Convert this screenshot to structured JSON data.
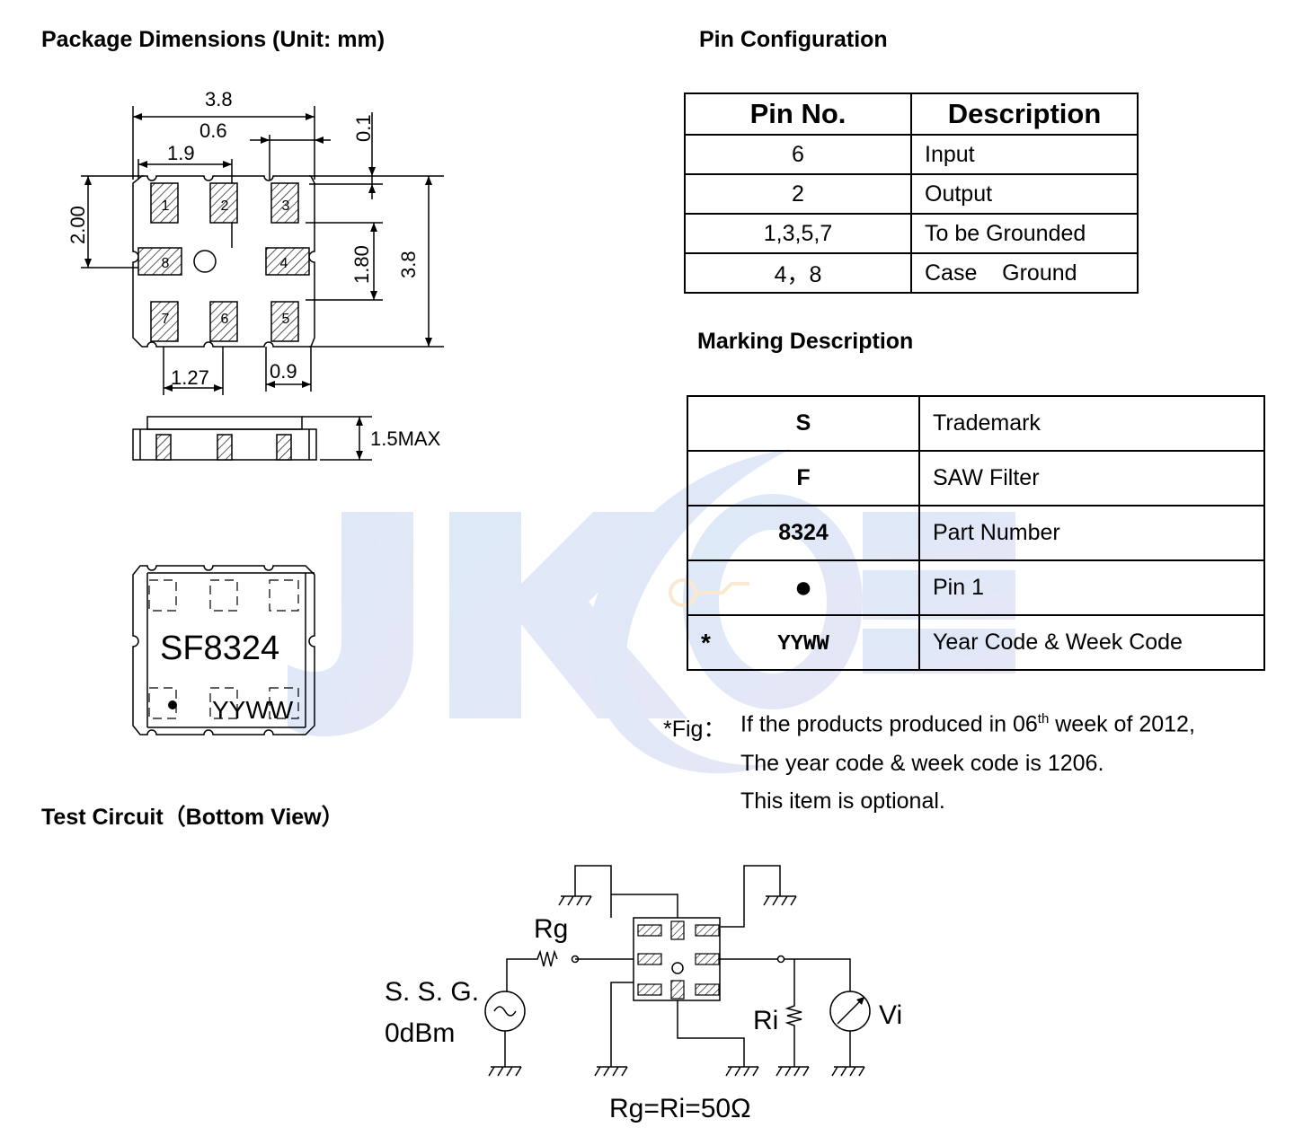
{
  "headings": {
    "package_dimensions": "Package Dimensions (Unit: mm)",
    "pin_configuration": "Pin Configuration",
    "marking_description": "Marking Description",
    "test_circuit": "Test Circuit（Bottom View）"
  },
  "dimensions": {
    "width_top": "3.8",
    "pad_offset": "0.6",
    "pitch_top": "1.9",
    "edge_gap": "0.1",
    "left_height": "2.00",
    "right_height": "3.8",
    "pad_span": "1.80",
    "pitch_bottom": "1.27",
    "pad_width": "0.9",
    "height_max": "1.5MAX",
    "pad_numbers": [
      "1",
      "2",
      "3",
      "4",
      "5",
      "6",
      "7",
      "8"
    ]
  },
  "marking_preview": {
    "part": "SF8324",
    "date_code": "YYWW"
  },
  "pin_table": {
    "headers": [
      "Pin No.",
      "Description"
    ],
    "rows": [
      {
        "pin": "6",
        "desc": "Input"
      },
      {
        "pin": "2",
        "desc": "Output"
      },
      {
        "pin": "1,3,5,7",
        "desc": "To be Grounded"
      },
      {
        "pin": "4，8",
        "desc": "Case    Ground"
      }
    ]
  },
  "marking_table": {
    "rows": [
      {
        "mark": "S",
        "desc": "Trademark"
      },
      {
        "mark": "F",
        "desc": "SAW Filter"
      },
      {
        "mark": "8324",
        "desc": "Part Number"
      },
      {
        "mark": "●",
        "desc": "Pin 1"
      },
      {
        "mark": "YYWW",
        "asterisk": "*",
        "desc": "Year Code & Week Code"
      }
    ]
  },
  "note": {
    "prefix": "*Fig：",
    "line1_a": "If the products produced in 06",
    "line1_sup": "th",
    "line1_b": " week of 2012,",
    "line2": "The year code & week code is 1206.",
    "line3": "This item is optional."
  },
  "circuit": {
    "rg": "Rg",
    "ssg": "S. S. G.",
    "ssg_level": "0dBm",
    "ri": "Ri",
    "vi": "Vi",
    "formula": "Rg=Ri=50Ω"
  },
  "watermark": {
    "text": "JKOE",
    "colors": {
      "primary": "#bcd4ec",
      "accent": "#f2c27a"
    }
  }
}
